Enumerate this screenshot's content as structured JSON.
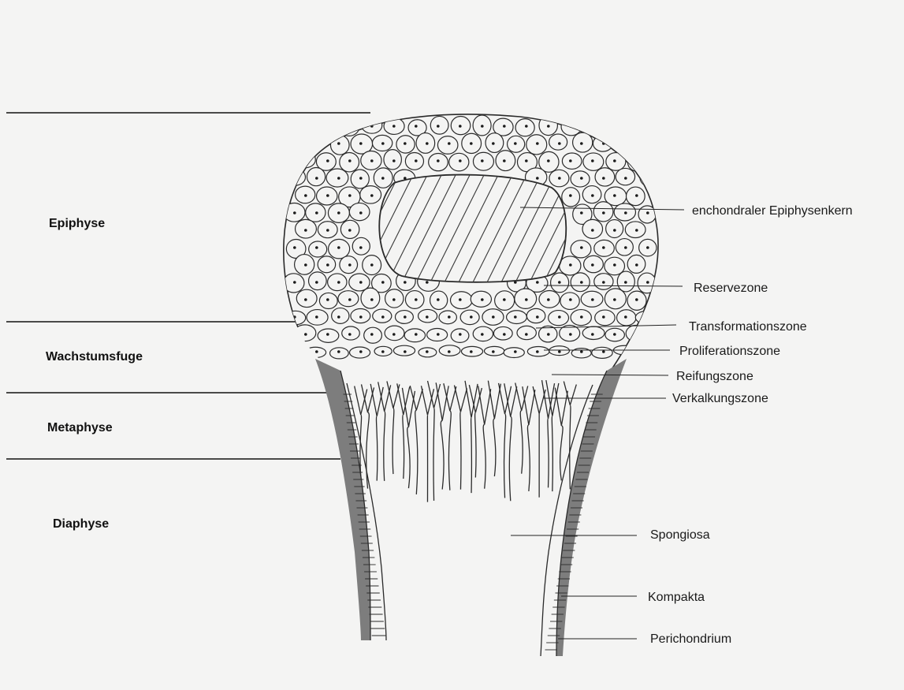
{
  "zones": {
    "epiphyse": "Epiphyse",
    "wachstumsfuge": "Wachstumsfuge",
    "metaphyse": "Metaphyse",
    "diaphyse": "Diaphyse"
  },
  "labels": {
    "epiphysenkern": "enchondraler Epiphysenkern",
    "reservezone": "Reservezone",
    "transformationszone": "Transformationszone",
    "proliferationszone": "Proliferationszone",
    "reifungszone": "Reifungszone",
    "verkalkungszone": "Verkalkungszone",
    "spongiosa": "Spongiosa",
    "kompakta": "Kompakta",
    "perichondrium": "Perichondrium"
  },
  "colors": {
    "paper": "#f4f4f3",
    "ink": "#2a2a2a",
    "shade": "#8a8a8a"
  }
}
